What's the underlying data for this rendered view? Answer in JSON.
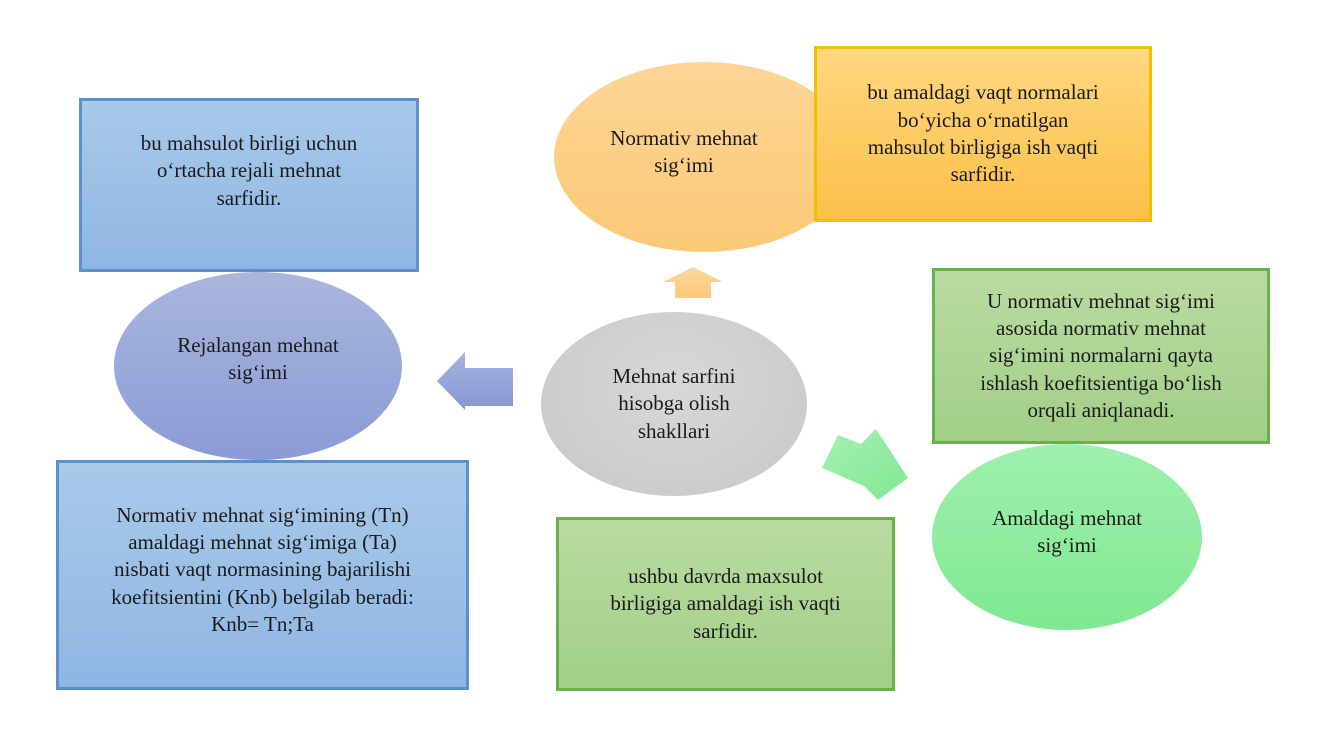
{
  "center": {
    "label": "Mehnat sarfini\nhisobga olish\nshakllari"
  },
  "planned": {
    "label": "Rejalangan mehnat\nsig‘imi",
    "definition": "bu mahsulot birligi uchun\no‘rtacha rejali mehnat\nsarfidir.",
    "formula_text": "Normativ mehnat sig‘imining (Tn)\namaldagi mehnat sig‘imiga (Ta)\nnisbati vaqt normasining bajarilishi\nkoefitsientini (Knb) belgilab beradi:\nKnb= Tn;Ta"
  },
  "normative": {
    "label": "Normativ mehnat\nsig‘imi",
    "definition": "bu amaldagi vaqt normalari\nbo‘yicha o‘rnatilgan\nmahsulot birligiga ish vaqti\nsarfidir."
  },
  "actual": {
    "label": "Amaldagi mehnat\nsig‘imi",
    "definition": "ushbu davrda maxsulot\nbirligiga amaldagi ish vaqti\nsarfidir.",
    "ratio_text": "U normativ mehnat sig‘imi\nasosida normativ mehnat\nsig‘imini normalarni qayta\nishlash koefitsientiga bo‘lish\norqali aniqlanadi."
  },
  "colors": {
    "center_fill": "#c7c7c7",
    "planned_fill": "#8b9bd6",
    "normative_fill": "#fbc977",
    "actual_fill": "#7fe892",
    "blue_box": "#8fb6e3",
    "yellow_box": "#fbc04a",
    "green_box": "#a2cf87"
  }
}
